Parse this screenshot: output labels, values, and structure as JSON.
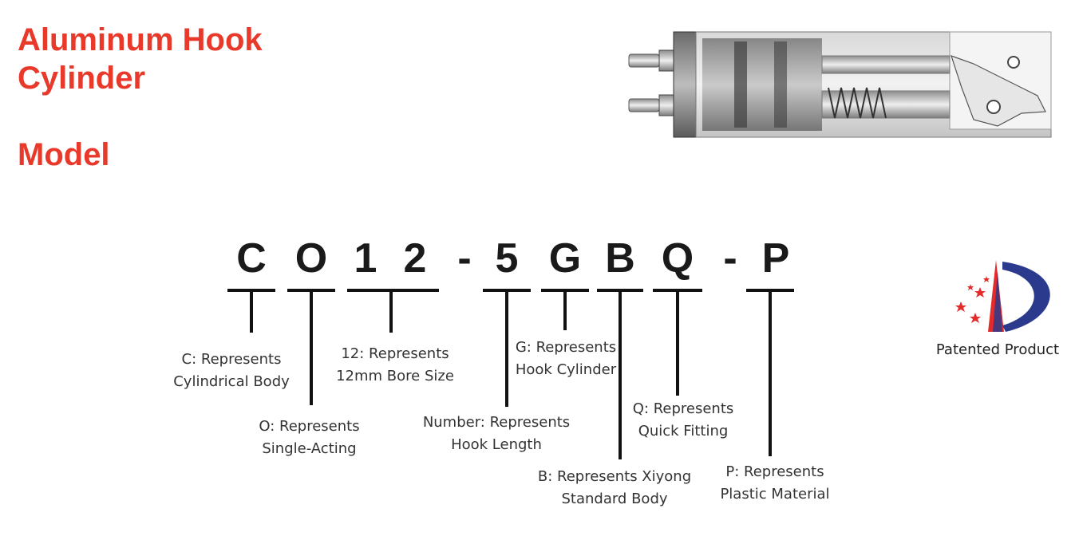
{
  "title": {
    "line1": "Aluminum Hook",
    "line2": "Cylinder",
    "line3": "Model"
  },
  "model_code": [
    "C",
    "O",
    "1",
    "2",
    "-",
    "5",
    "G",
    "B",
    "Q",
    "-",
    "P"
  ],
  "descriptions": {
    "c": [
      "C: Represents",
      "Cylindrical Body"
    ],
    "o": [
      "O: Represents",
      "Single-Acting"
    ],
    "bore": [
      "12: Represents",
      "12mm Bore Size"
    ],
    "number": [
      "Number: Represents",
      "Hook Length"
    ],
    "g": [
      "G: Represents",
      "Hook Cylinder"
    ],
    "b": [
      "B: Represents Xiyong",
      "Standard Body"
    ],
    "q": [
      "Q: Represents",
      "Quick Fitting"
    ],
    "p": [
      "P: Represents",
      "Plastic Material"
    ]
  },
  "patent": {
    "label": "Patented Product"
  },
  "colors": {
    "title": "#e8392b",
    "logo_red": "#e52a2a",
    "logo_blue": "#2b3a8c",
    "line": "#111111"
  }
}
